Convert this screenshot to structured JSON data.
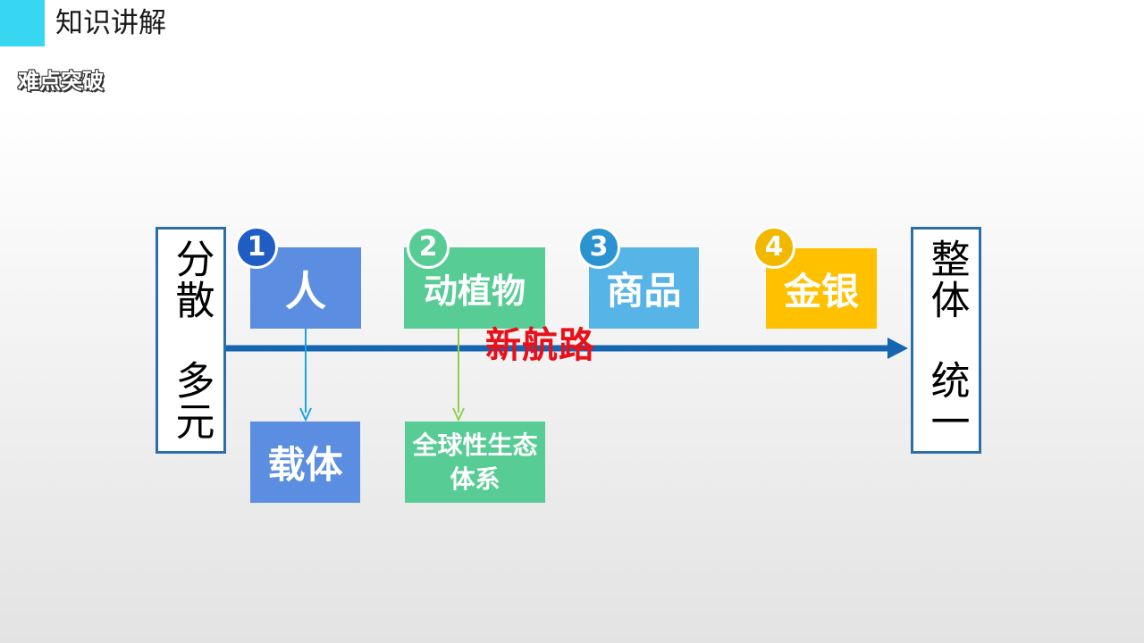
{
  "header": {
    "title": "知识讲解",
    "subtitle": "难点突破"
  },
  "diagram": {
    "left_box": {
      "line1": "分散",
      "line2": "多元"
    },
    "right_box": {
      "line1": "整体",
      "line2": "统一"
    },
    "route_label": "新航路",
    "items": [
      {
        "number": "1",
        "label": "人",
        "result": "载体",
        "color": "#5b8ee0"
      },
      {
        "number": "2",
        "label": "动植物",
        "result": "全球性生态体系",
        "color": "#58cc95"
      },
      {
        "number": "3",
        "label": "商品",
        "color": "#57b4e6"
      },
      {
        "number": "4",
        "label": "金银",
        "color": "#ffc000"
      }
    ],
    "colors": {
      "main_arrow": "#1565b0",
      "accent": "#37d6f1",
      "route_label": "#e8101a"
    }
  }
}
